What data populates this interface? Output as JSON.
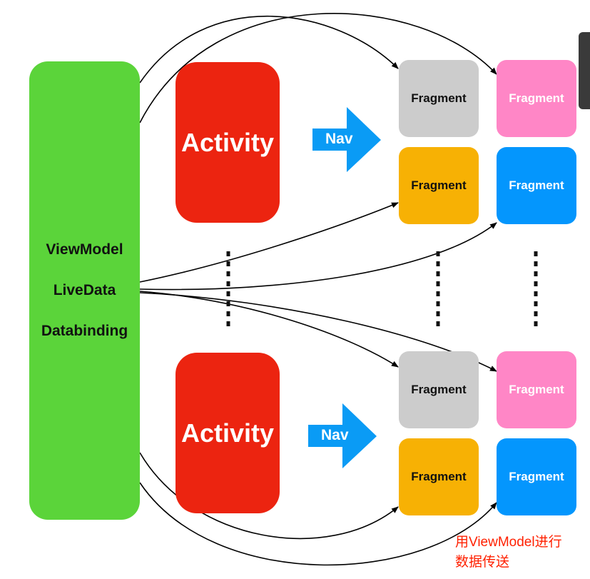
{
  "green_panel": {
    "lines": [
      "ViewModel",
      "LiveData",
      "Databinding"
    ]
  },
  "top_group": {
    "activity": "Activity",
    "nav": "Nav",
    "fragments": [
      "Fragment",
      "Fragment",
      "Fragment",
      "Fragment"
    ]
  },
  "bottom_group": {
    "activity": "Activity",
    "nav": "Nav",
    "fragments": [
      "Fragment",
      "Fragment",
      "Fragment",
      "Fragment"
    ]
  },
  "note": {
    "line1": "用ViewModel进行",
    "line2": "数据传送"
  },
  "colors": {
    "green": "#5bd43a",
    "activity": "#ec2410",
    "nav_arrow": "#0a9bf5",
    "fragment_gray": "#cccccc",
    "fragment_pink": "#ff86c6",
    "fragment_orange": "#f7b104",
    "fragment_blue": "#0496fd",
    "note": "#ff2000"
  }
}
